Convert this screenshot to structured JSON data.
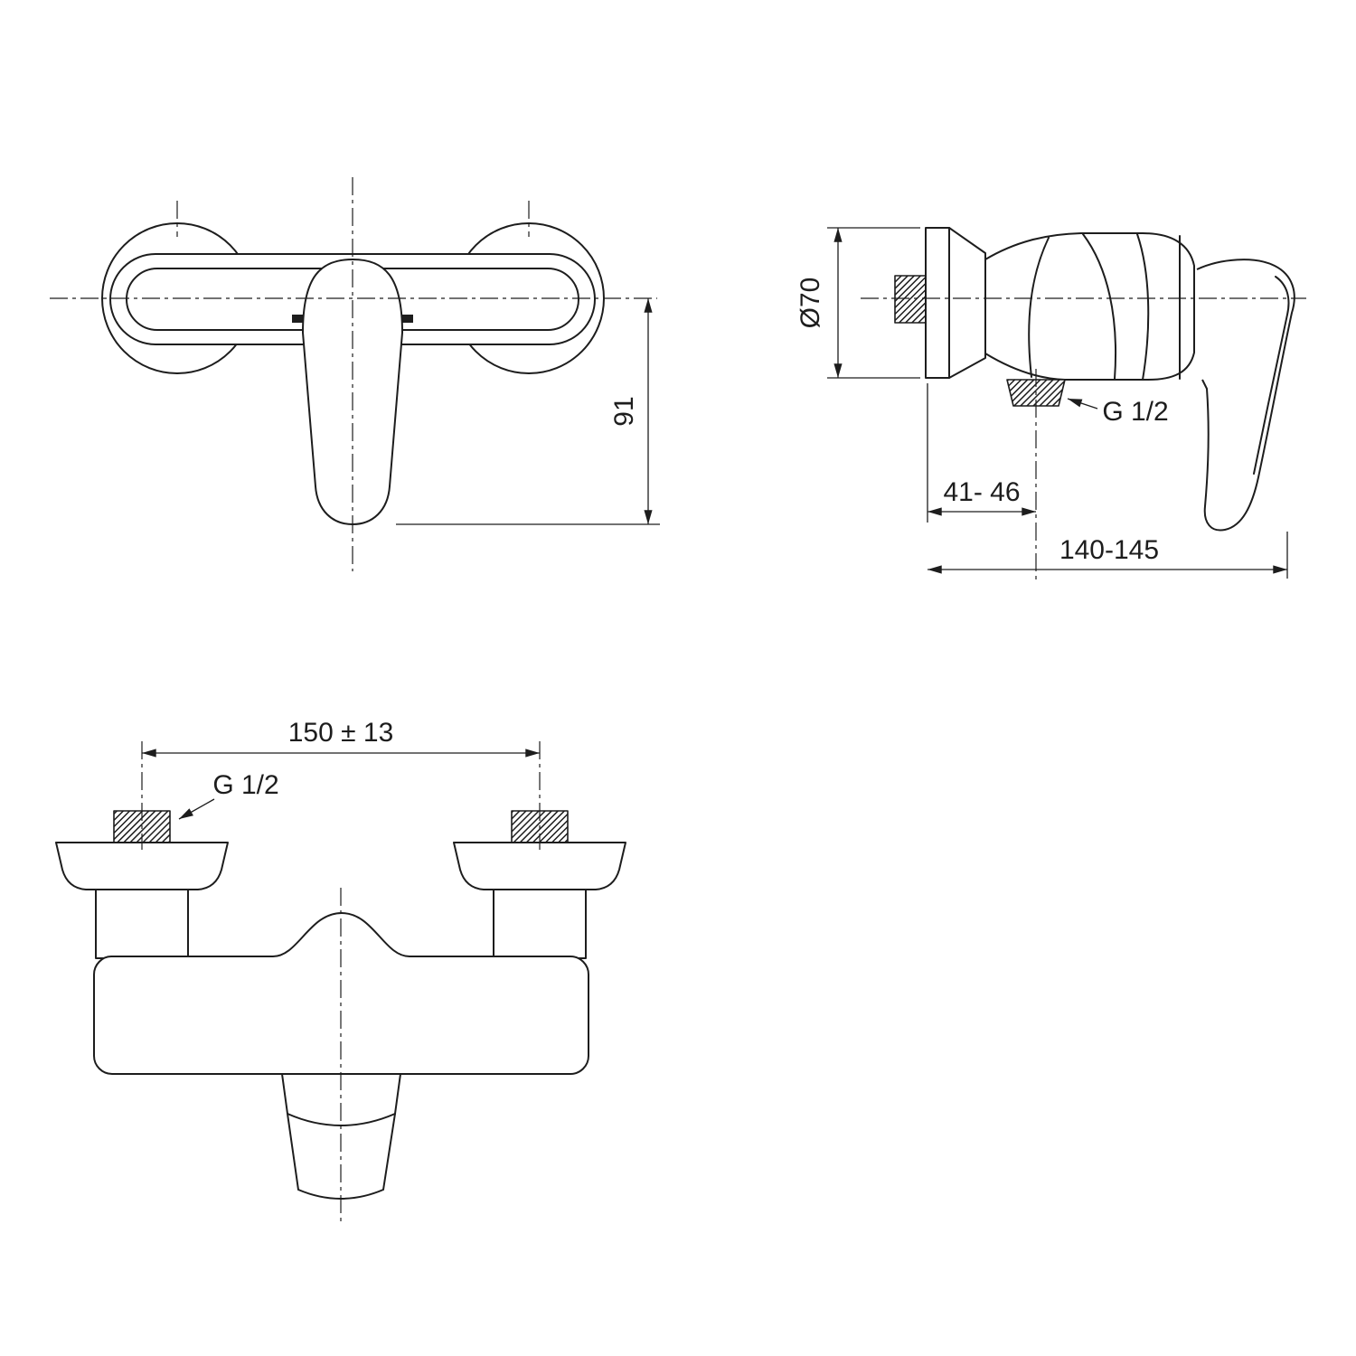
{
  "drawing": {
    "background": "#ffffff",
    "line_color": "#1d1d1d",
    "front_view": {
      "height_dim": "91"
    },
    "side_view": {
      "diameter_dim": "Ø70",
      "wall_distance_dim": "41- 46",
      "depth_dim": "140-145",
      "thread_label": "G 1/2"
    },
    "bottom_view": {
      "hole_spacing_dim": "150 ± 13",
      "thread_label": "G 1/2"
    }
  }
}
